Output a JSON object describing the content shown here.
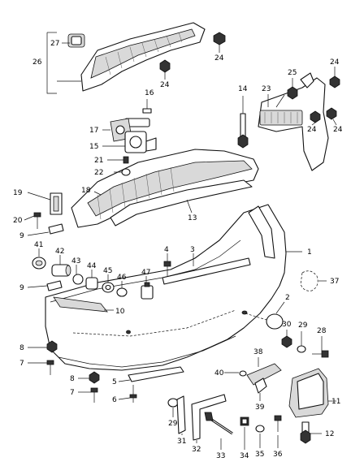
{
  "callouts": [
    "1",
    "2",
    "3",
    "4",
    "5",
    "6",
    "7",
    "8",
    "9",
    "10",
    "11",
    "12",
    "13",
    "14",
    "15",
    "16",
    "17",
    "18",
    "19",
    "20",
    "21",
    "22",
    "23",
    "24",
    "25",
    "26",
    "27",
    "28",
    "29",
    "30",
    "31",
    "32",
    "33",
    "34",
    "35",
    "36",
    "37",
    "38",
    "39",
    "40",
    "41",
    "42",
    "43",
    "44",
    "45",
    "46",
    "47"
  ],
  "labels": {
    "c1": "1",
    "c2": "2",
    "c3": "3",
    "c4": "4",
    "c5": "5",
    "c6": "6",
    "c7a": "7",
    "c7b": "7",
    "c8a": "8",
    "c8b": "8",
    "c9a": "9",
    "c9b": "9",
    "c10": "10",
    "c11": "11",
    "c12": "12",
    "c13": "13",
    "c14": "14",
    "c15": "15",
    "c16": "16",
    "c17": "17",
    "c18": "18",
    "c19": "19",
    "c20": "20",
    "c21": "21",
    "c22": "22",
    "c23": "23",
    "c24a": "24",
    "c24b": "24",
    "c24c": "24",
    "c24d": "24",
    "c24e": "24",
    "c25": "25",
    "c26": "26",
    "c27": "27",
    "c28": "28",
    "c29a": "29",
    "c29b": "29",
    "c30": "30",
    "c31": "31",
    "c32": "32",
    "c33": "33",
    "c34": "34",
    "c35": "35",
    "c36": "36",
    "c37": "37",
    "c38": "38",
    "c39": "39",
    "c40": "40",
    "c41": "41",
    "c42": "42",
    "c43": "43",
    "c44": "44",
    "c45": "45",
    "c46": "46",
    "c47": "47"
  }
}
